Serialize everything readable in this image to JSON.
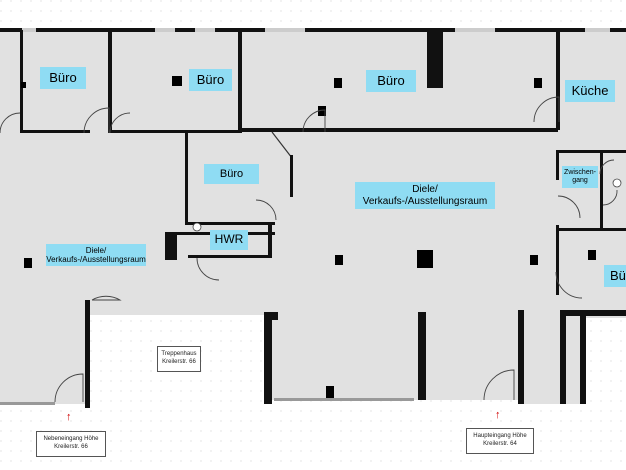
{
  "rooms": {
    "buero_1": "Büro",
    "buero_2": "Büro",
    "buero_3": "Büro",
    "kueche": "Küche",
    "buero_4": "Büro",
    "diele_main": "Diele/\nVerkaufs-/Ausstellungsraum",
    "zwischengang": "Zwischen-\ngang",
    "hwr": "HWR",
    "diele_left": "Diele/\nVerkaufs-/Ausstellungsraum",
    "buero_right_partial": "Bü"
  },
  "notes": {
    "treppenhaus": "Treppenhaus\nKreilerstr. 66",
    "nebeneingang": "Nebeneingang Höhe\nKreilerstr. 66",
    "haupteingang": "Haupteingang Höhe\nKreilerstr. 64"
  },
  "colors": {
    "label_fill": "#8fdcf3",
    "wall": "#111111",
    "entrance_arrow": "#d00000"
  },
  "icons": {
    "entrance_arrow": "↑"
  }
}
